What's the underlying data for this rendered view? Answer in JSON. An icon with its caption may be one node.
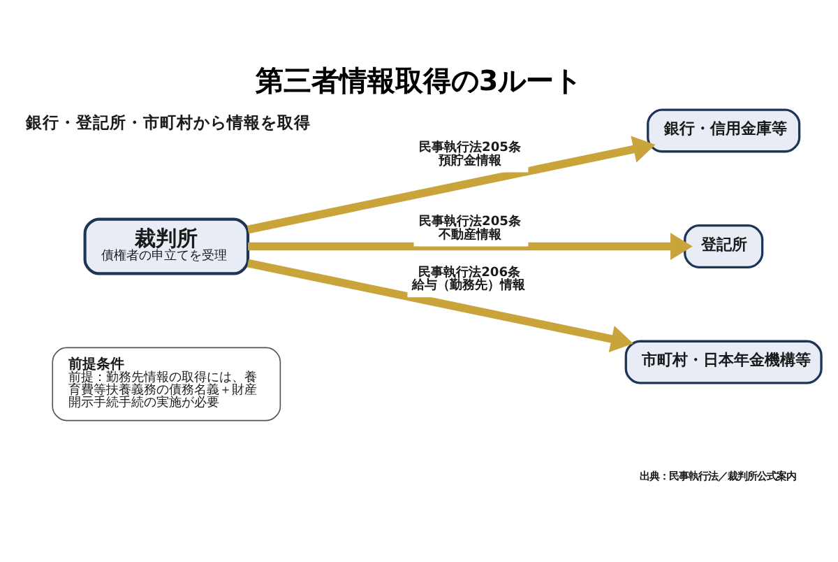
{
  "diagram": {
    "title": "第三者情報取得の3ルート",
    "nodes": [
      {
        "text": [
          "裁判所",
          "債権者の申立てを受理"
        ]
      },
      {
        "text": [
          "銀行・信用金庫等"
        ]
      },
      {
        "text": [
          "登記所"
        ]
      },
      {
        "text": [
          "市町村・日本年金機構等"
        ]
      },
      {
        "text": [
          "前提条件",
          "前提：勤務先情報の取得には、養育費等扶養義務の債務名義＋財産開示手続手続の実施が必要"
        ]
      }
    ],
    "edges": [
      {
        "from": 0,
        "to": 1,
        "arrow": "to",
        "label": "民事執行法205条預貯金情報"
      },
      {
        "from": 0,
        "to": 2,
        "arrow": "to",
        "label": "民事執行法205条不動産情報"
      },
      {
        "from": 0,
        "to": 3,
        "arrow": "to",
        "label": "民事執行法206条給与（勤務先）情報"
      }
    ],
    "labels": [
      "銀行・登記所・市町村から情報を取得",
      "出典：民事執行法／裁判所公式案内"
    ]
  }
}
